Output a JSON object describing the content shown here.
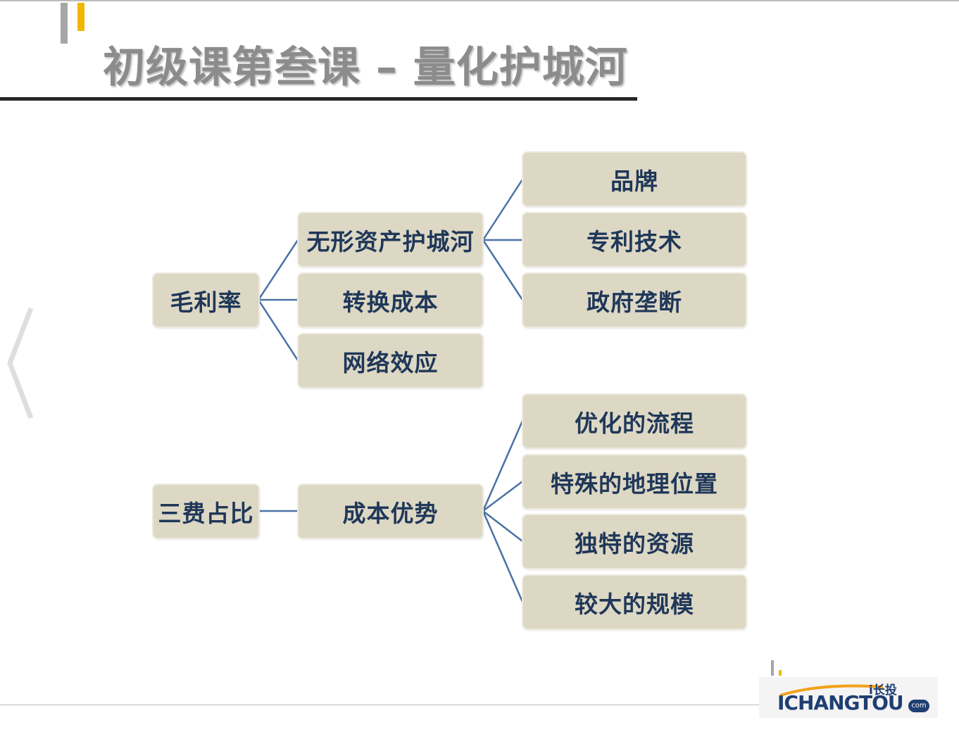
{
  "slide": {
    "title": "初级课第叁课 – 量化护城河"
  },
  "diagram": {
    "level1": {
      "gross_margin": "毛利率",
      "expense_ratio": "三费占比"
    },
    "level2": {
      "intangible": "无形资产护城河",
      "switching_cost": "转换成本",
      "network_effect": "网络效应",
      "cost_advantage": "成本优势"
    },
    "level3": {
      "brand": "品牌",
      "patent": "专利技术",
      "government": "政府垄断",
      "process": "优化的流程",
      "geography": "特殊的地理位置",
      "resource": "独特的资源",
      "scale": "较大的规模"
    }
  },
  "logo": {
    "chinese": "i长投",
    "main": "ICHANGTOU",
    "suffix": "com"
  },
  "colors": {
    "box_fill": "#ddd8c4",
    "box_text": "#1f3759",
    "connector": "#4a72a6",
    "title_gray": "#8c8c8c",
    "accent_yellow": "#f2b705"
  }
}
